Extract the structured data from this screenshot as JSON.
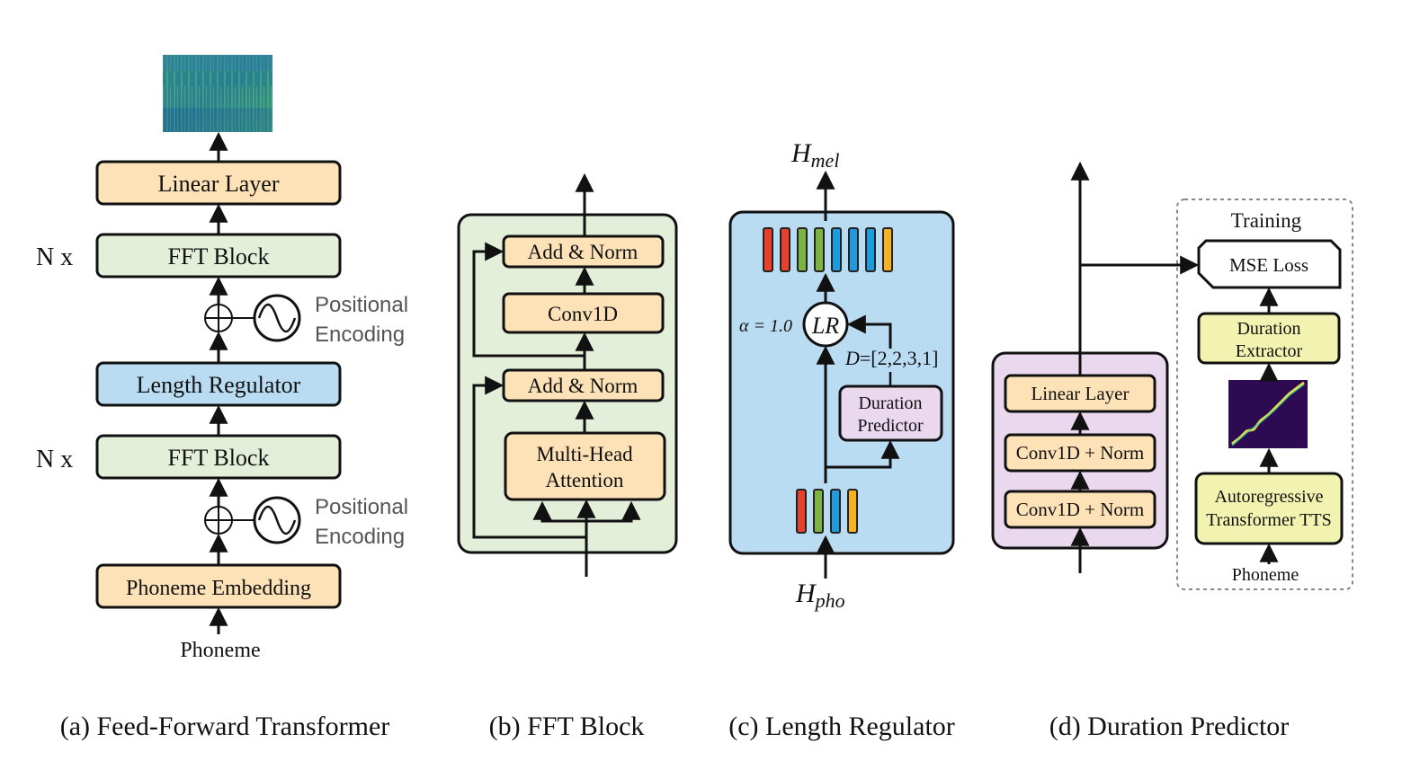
{
  "panel_a": {
    "caption": "(a) Feed-Forward Transformer",
    "linear_layer": "Linear Layer",
    "fft_block_top": "FFT Block",
    "fft_block_bottom": "FFT Block",
    "nx_top": "N x",
    "nx_bottom": "N x",
    "length_regulator": "Length Regulator",
    "phoneme_embedding": "Phoneme Embedding",
    "phoneme": "Phoneme",
    "pos_enc_top_1": "Positional",
    "pos_enc_top_2": "Encoding",
    "pos_enc_bottom_1": "Positional",
    "pos_enc_bottom_2": "Encoding"
  },
  "panel_b": {
    "caption": "(b) FFT Block",
    "add_norm_top": "Add & Norm",
    "conv1d": "Conv1D",
    "add_norm_bottom": "Add & Norm",
    "mha_1": "Multi-Head",
    "mha_2": "Attention"
  },
  "panel_c": {
    "caption": "(c) Length Regulator",
    "h_mel_main": "H",
    "h_mel_sub": "mel",
    "h_pho_main": "H",
    "h_pho_sub": "pho",
    "alpha": "α = 1.0",
    "lr": "LR",
    "d_sym": "D",
    "d_vals": "=[2,2,3,1]",
    "dur_pred_1": "Duration",
    "dur_pred_2": "Predictor",
    "top_bar_colors": [
      "#e8402a",
      "#e8402a",
      "#7cb342",
      "#7cb342",
      "#1e9bdc",
      "#1e9bdc",
      "#1e9bdc",
      "#f5b324"
    ],
    "bottom_bar_colors": [
      "#e8402a",
      "#7cb342",
      "#1e9bdc",
      "#f5b324"
    ]
  },
  "panel_d": {
    "caption": "(d) Duration Predictor",
    "linear_layer": "Linear Layer",
    "conv_norm_top": "Conv1D + Norm",
    "conv_norm_bottom": "Conv1D + Norm",
    "training": "Training",
    "mse_loss": "MSE Loss",
    "dur_ext_1": "Duration",
    "dur_ext_2": "Extractor",
    "ar_tts_1": "Autoregressive",
    "ar_tts_2": "Transformer TTS",
    "phoneme": "Phoneme"
  },
  "colors": {
    "orange_block": "#fde2b8",
    "green_block": "#e3efd9",
    "blue_block": "#b9dcf2",
    "purple_block": "#ead8ef",
    "yellow_block": "#f2f3b0",
    "panel_b_bg": "#e3efd9",
    "panel_c_bg": "#b9dcf2"
  }
}
